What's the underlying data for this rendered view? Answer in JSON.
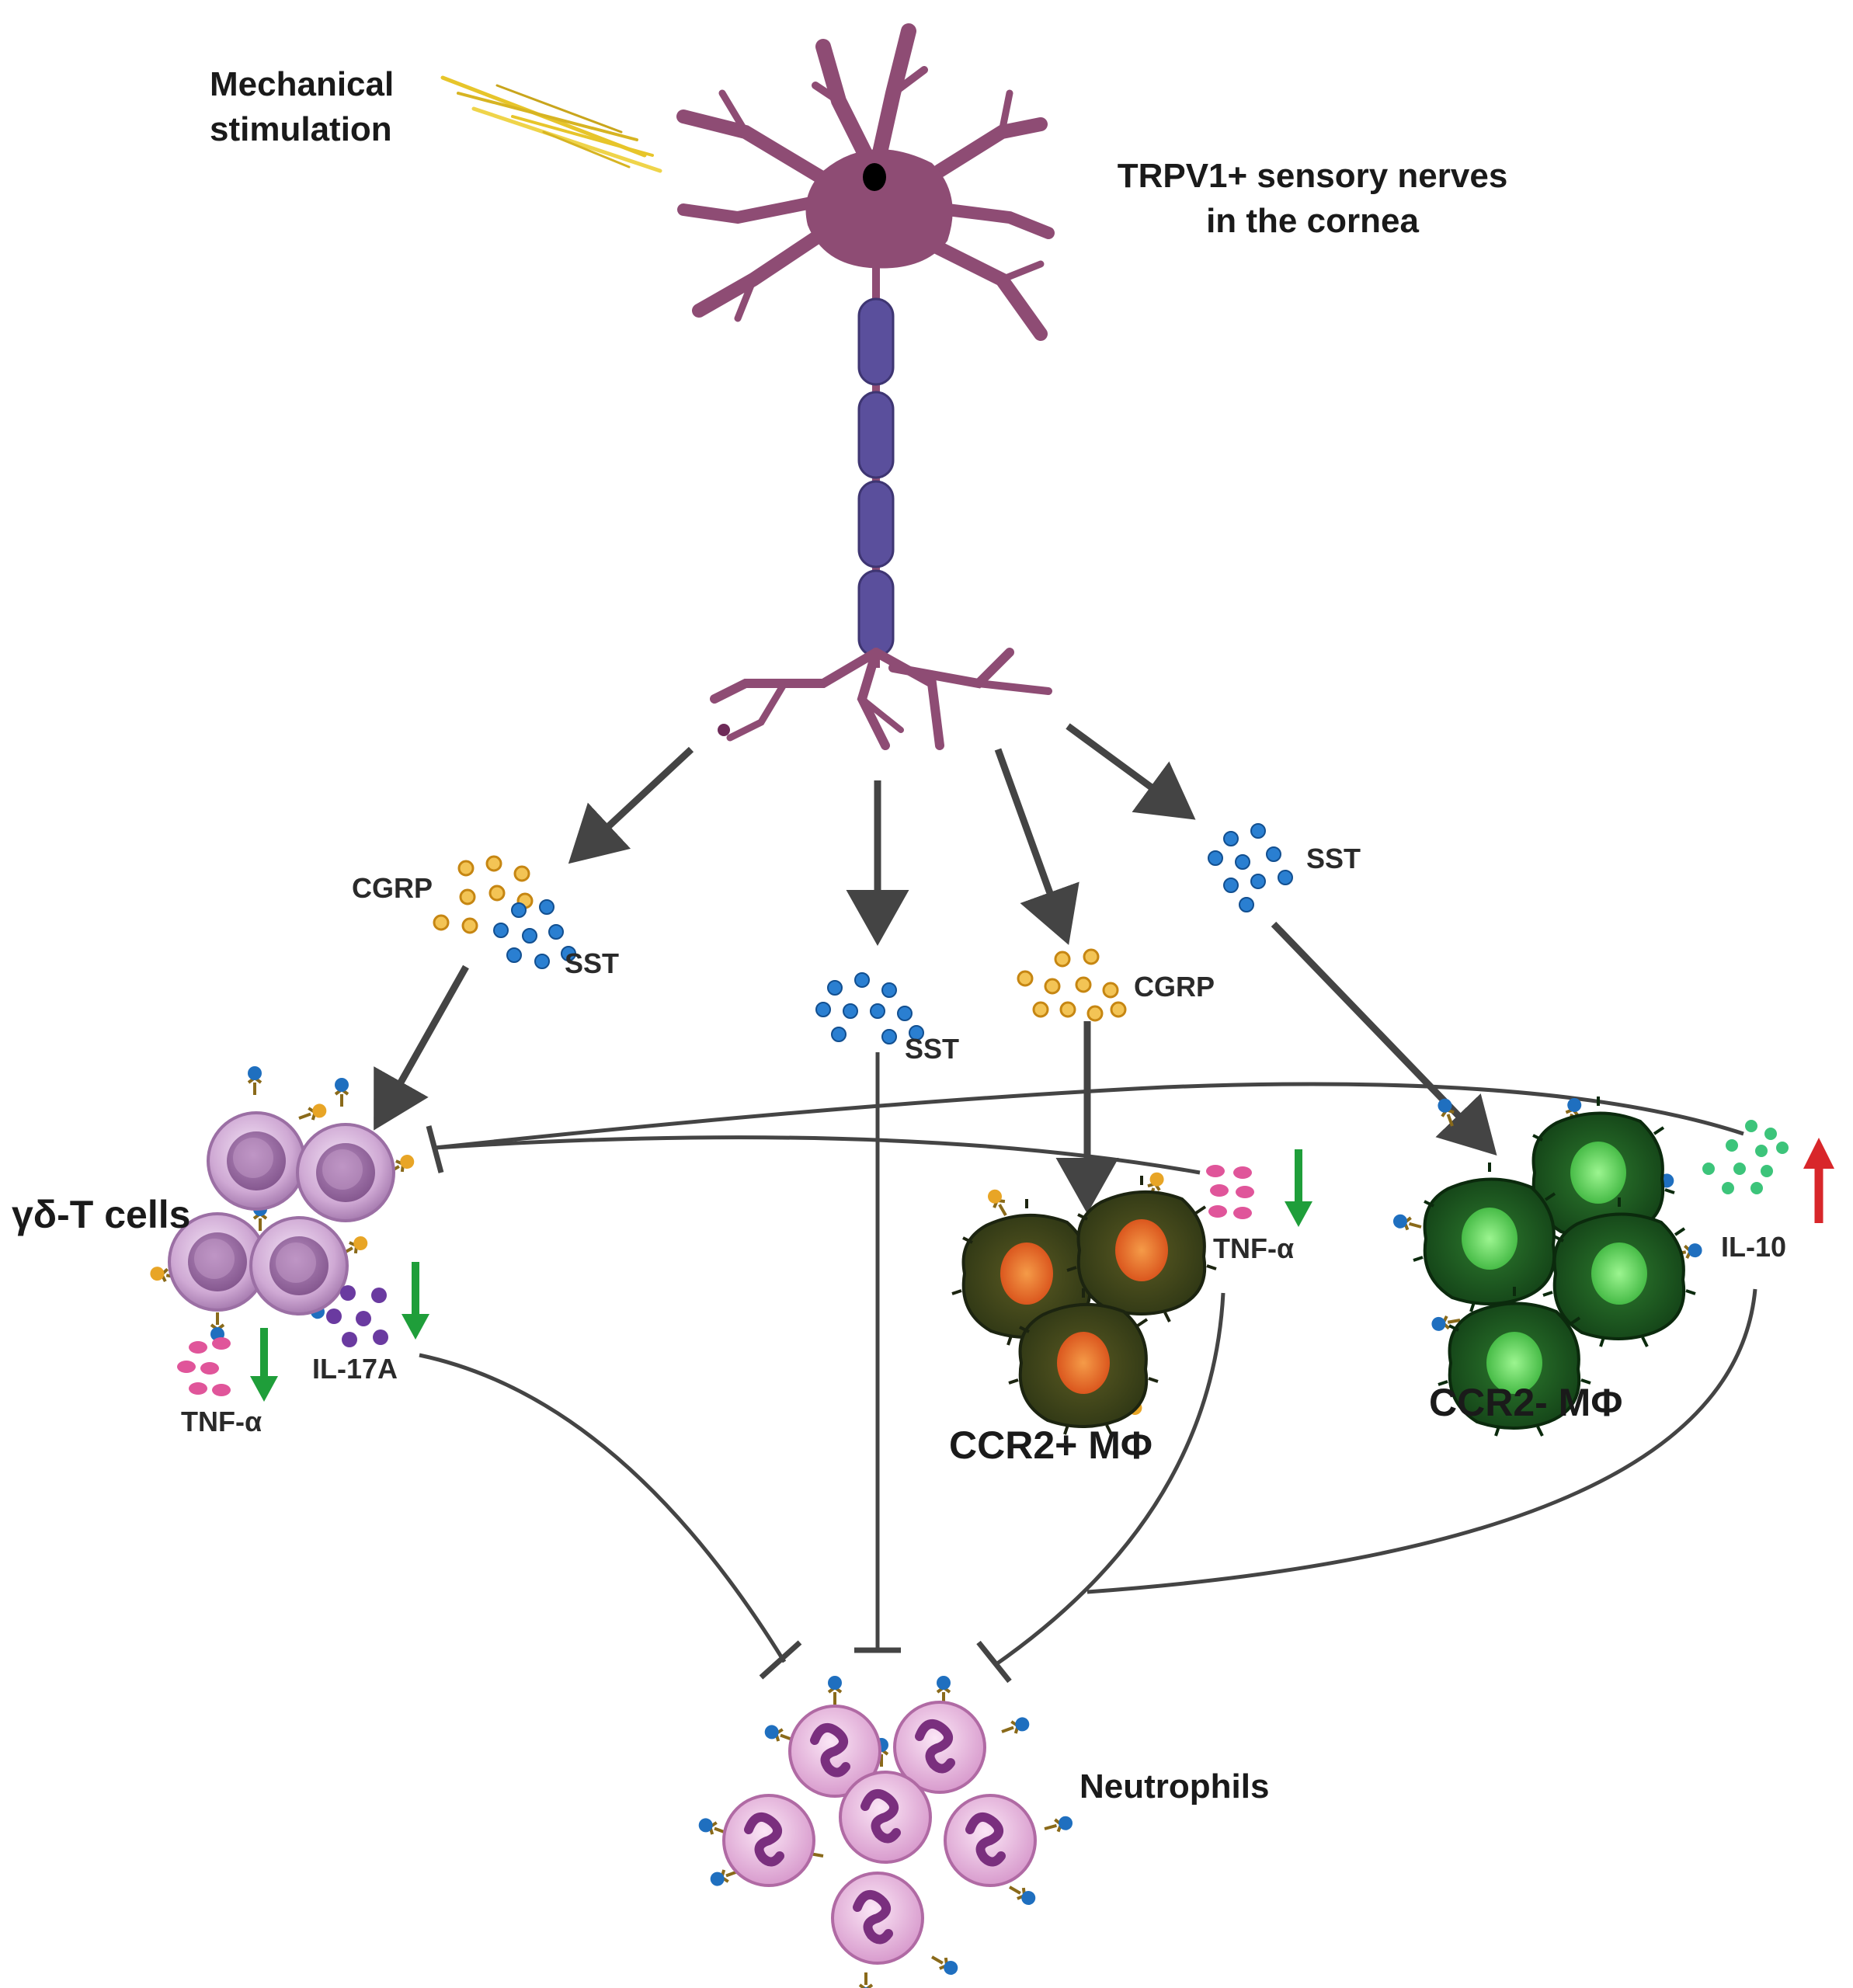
{
  "labels": {
    "stimulus": [
      "Mechanical",
      "stimulation"
    ],
    "nerve": [
      "TRPV1+ sensory nerves",
      "in the cornea"
    ],
    "cgrp_left": "CGRP",
    "sst_left": "SST",
    "sst_center": "SST",
    "cgrp_center": "CGRP",
    "sst_right": "SST",
    "gd_t_cells": "γδ-T cells",
    "tnf_left": "TNF-α",
    "il17a": "IL-17A",
    "tnf_mid": "TNF-α",
    "il10": "IL-10",
    "ccr2_pos": "CCR2+ MΦ",
    "ccr2_neg": "CCR2- MΦ",
    "neutrophils": "Neutrophils"
  },
  "colors": {
    "neuron": "#8e4c74",
    "myelin": "#5a4f9c",
    "arrow": "#444444",
    "cgrp": "#e8a526",
    "sst": "#1f6fbf",
    "il17a": "#6a3aa0",
    "tnf": "#e0559a",
    "il10": "#3cc47a",
    "down_arrow": "#1f9e3a",
    "up_arrow": "#d8262a",
    "gd_cell": "#c9a6cf",
    "ccr2_pos_body": "#3e4a1e",
    "ccr2_pos_nucleus": "#e06a1e",
    "ccr2_neg_body": "#1f5a22",
    "ccr2_neg_nucleus": "#5fcf5a",
    "neutrophil": "#e7b3dd"
  },
  "icons": [
    "neuron-icon",
    "mechanical-stimulation-icon",
    "gamma-delta-t-cell-icon",
    "ccr2-positive-macrophage-icon",
    "ccr2-negative-macrophage-icon",
    "neutrophil-icon"
  ]
}
